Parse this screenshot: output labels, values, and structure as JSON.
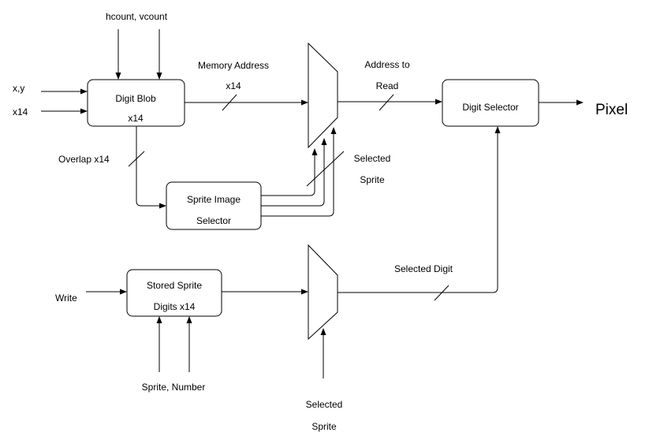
{
  "blocks": {
    "digit_blob": {
      "line1": "Digit Blob",
      "line2": "x14"
    },
    "sprite_image_selector": {
      "line1": "Sprite Image",
      "line2": "Selector"
    },
    "stored_sprite": {
      "line1": "Stored Sprite",
      "line2": "Digits x14"
    },
    "digit_selector": {
      "line1": "Digit Selector"
    }
  },
  "labels": {
    "hcount_vcount": "hcount, vcount",
    "xy": "x,y",
    "x14": "x14",
    "memory_address": "Memory Address",
    "memory_address_width": "x14",
    "overlap": "Overlap x14",
    "address_to_read_1": "Address to",
    "address_to_read_2": "Read",
    "selected_sprite_top_1": "Selected",
    "selected_sprite_top_2": "Sprite",
    "pixel": "Pixel",
    "write": "Write",
    "sprite_number": "Sprite, Number",
    "selected_digit": "Selected Digit",
    "selected_sprite_bottom_1": "Selected",
    "selected_sprite_bottom_2": "Sprite"
  }
}
